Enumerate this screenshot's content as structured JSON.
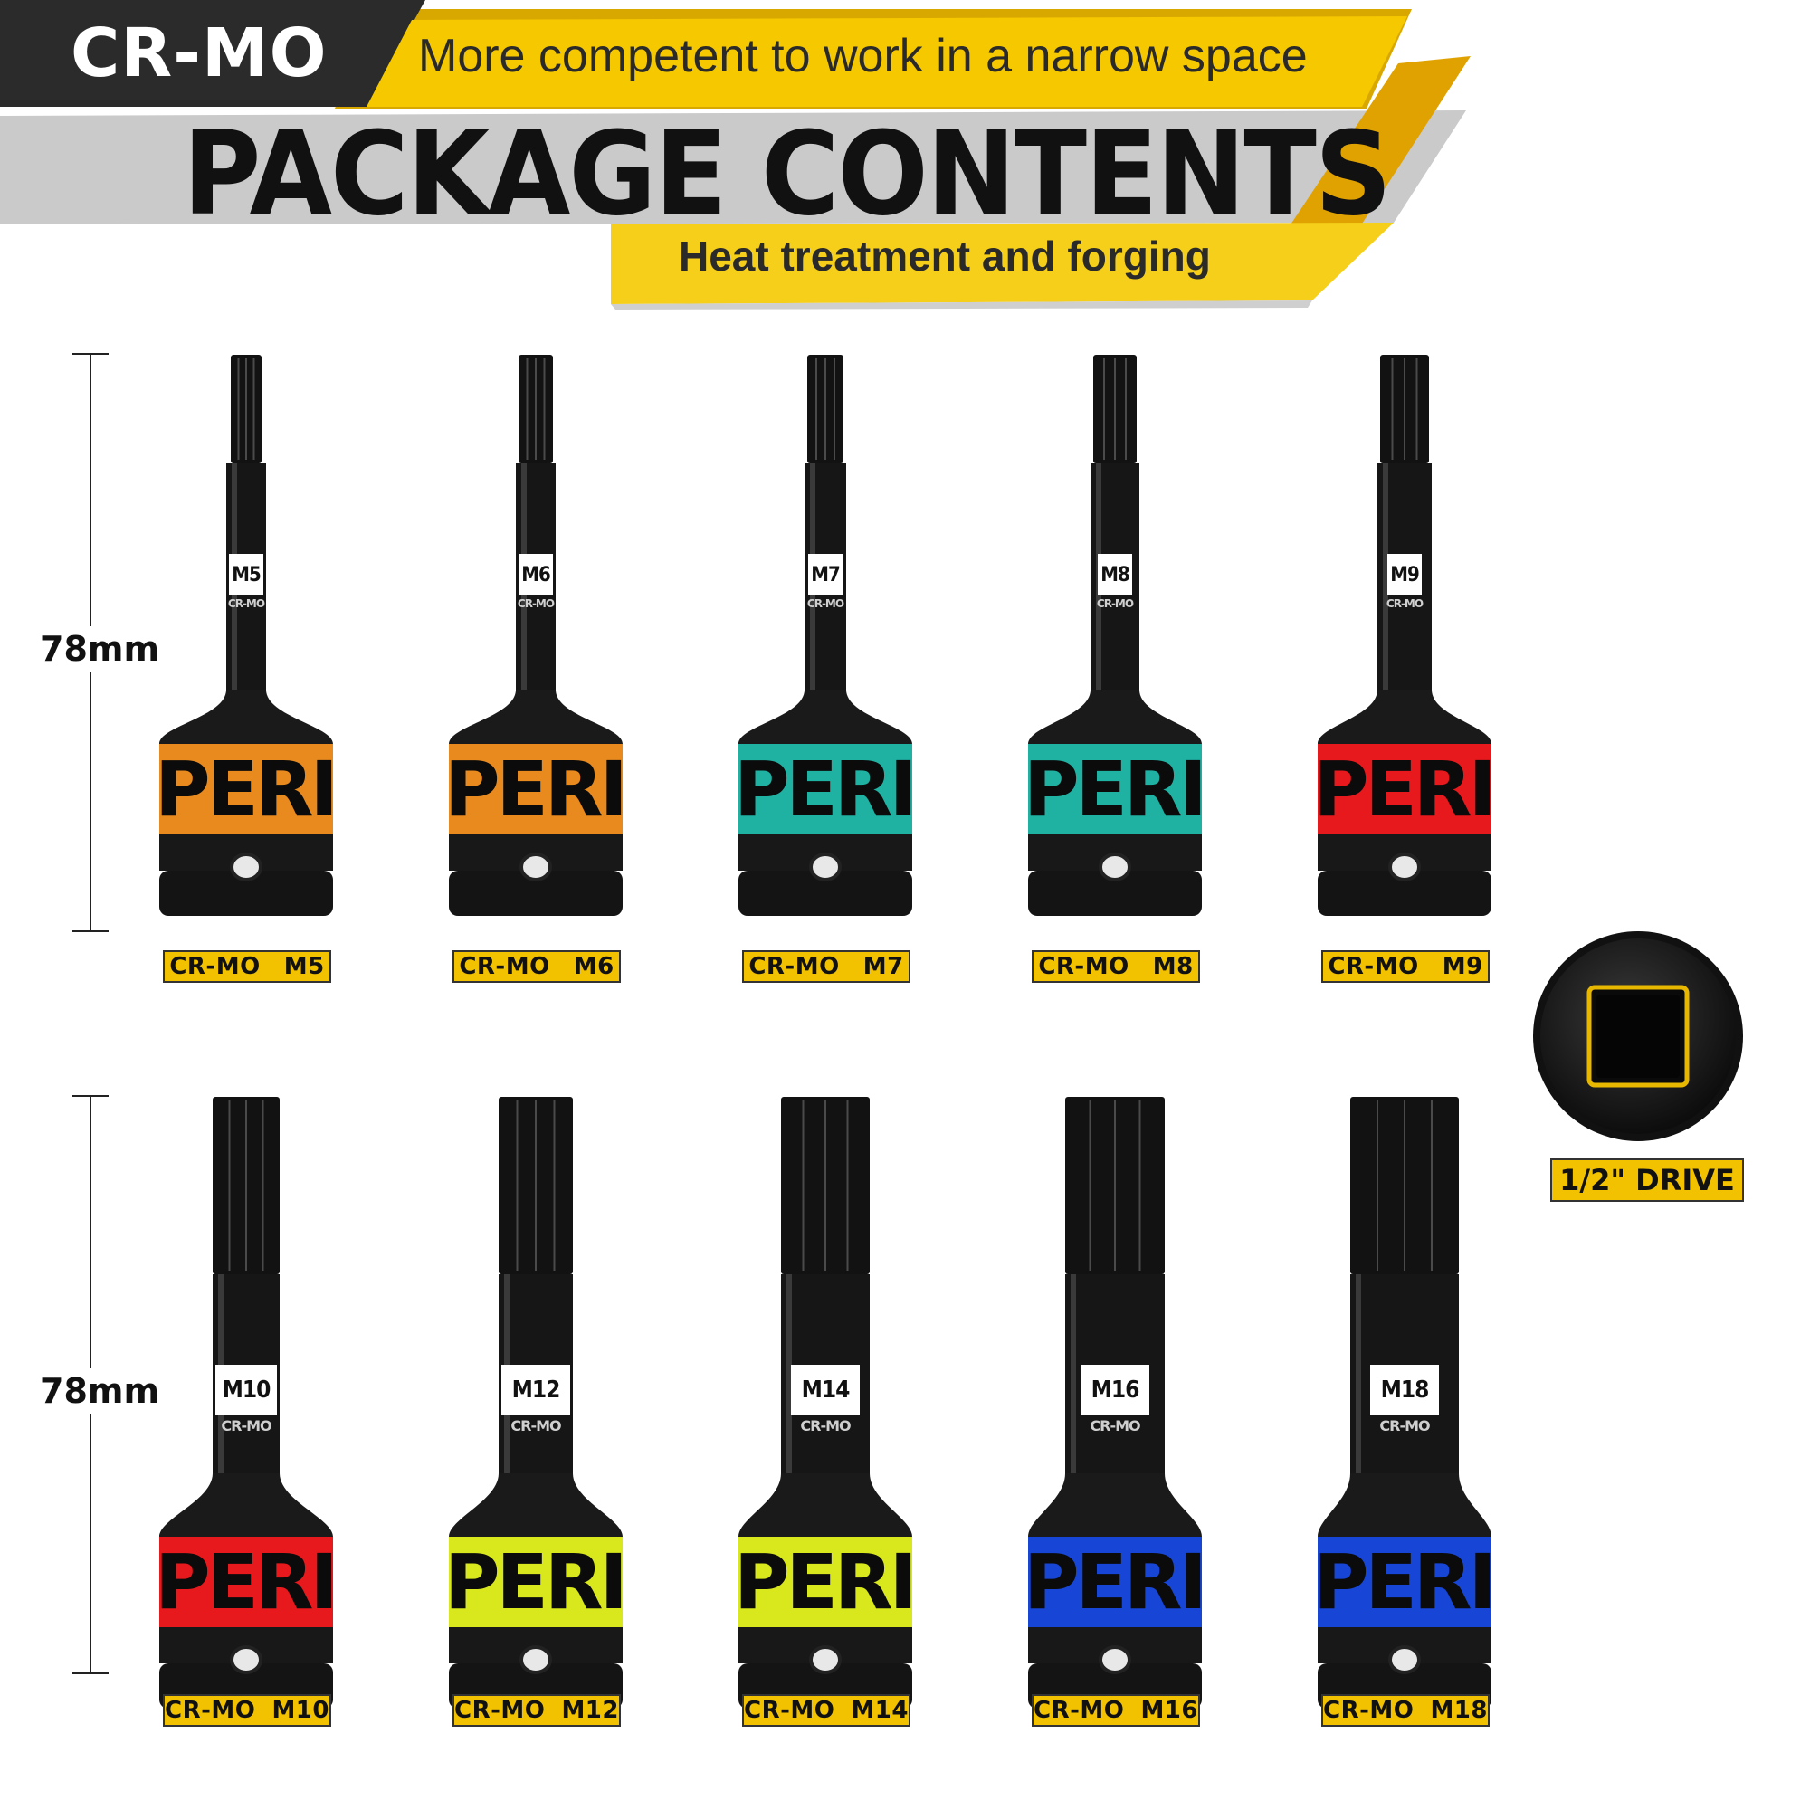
{
  "header": {
    "brand_label": "CR-MO",
    "tagline": "More competent to work in a narrow space",
    "title": "PACKAGE CONTENTS",
    "subline": "Heat treatment and forging"
  },
  "colors": {
    "banner_dark": "#2b2b2b",
    "banner_gray": "#c9c9c9",
    "banner_yellow": "#f2c200",
    "socket_black": "#151515",
    "tag_yellow": "#f2c200"
  },
  "rows": [
    {
      "height_label": "78mm",
      "sockets": [
        {
          "size": "M5",
          "material": "CR-MO",
          "band_color": "#e98a1f",
          "band_text": "UPERIO",
          "tag_material": "CR-MO",
          "tag_size": "M5"
        },
        {
          "size": "M6",
          "material": "CR-MO",
          "band_color": "#e98a1f",
          "band_text": "UPERIO",
          "tag_material": "CR-MO",
          "tag_size": "M6"
        },
        {
          "size": "M7",
          "material": "CR-MO",
          "band_color": "#1fb2a3",
          "band_text": "UPERIO",
          "tag_material": "CR-MO",
          "tag_size": "M7"
        },
        {
          "size": "M8",
          "material": "CR-MO",
          "band_color": "#1fb2a3",
          "band_text": "UPERIO",
          "tag_material": "CR-MO",
          "tag_size": "M8"
        },
        {
          "size": "M9",
          "material": "CR-MO",
          "band_color": "#e8191c",
          "band_text": "UPERIO",
          "tag_material": "CR-MO",
          "tag_size": "M9"
        }
      ]
    },
    {
      "height_label": "78mm",
      "sockets": [
        {
          "size": "M10",
          "material": "CR-MO",
          "band_color": "#e8191c",
          "band_text": "UPERIO",
          "tag_material": "CR-MO",
          "tag_size": "M10"
        },
        {
          "size": "M12",
          "material": "CR-MO",
          "band_color": "#d9e81c",
          "band_text": "UPERIO",
          "tag_material": "CR-MO",
          "tag_size": "M12"
        },
        {
          "size": "M14",
          "material": "CR-MO",
          "band_color": "#d9e81c",
          "band_text": "UPERIO",
          "tag_material": "CR-MO",
          "tag_size": "M14"
        },
        {
          "size": "M16",
          "material": "CR-MO",
          "band_color": "#1746d6",
          "band_text": "UPERIO",
          "tag_material": "CR-MO",
          "tag_size": "M16"
        },
        {
          "size": "M18",
          "material": "CR-MO",
          "band_color": "#1746d6",
          "band_text": "UPERIO",
          "tag_material": "CR-MO",
          "tag_size": "M18"
        }
      ]
    }
  ],
  "drive": {
    "label": "1/2\" DRIVE",
    "icon": "square-drive-end-icon"
  }
}
